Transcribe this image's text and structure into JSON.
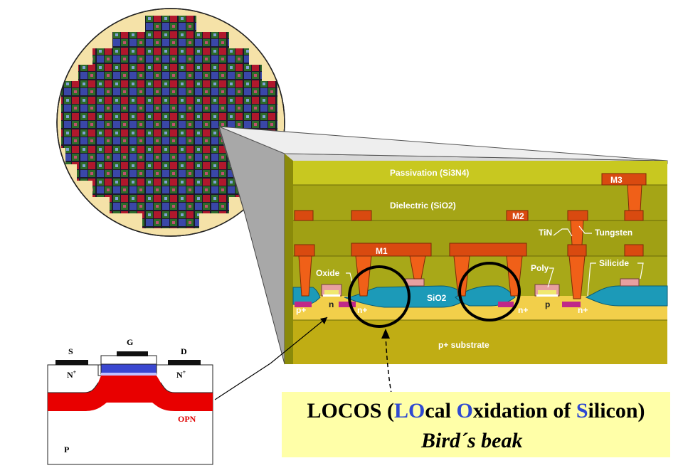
{
  "cross_section": {
    "labels": {
      "passivation": "Passivation (Si3N4)",
      "dielectric": "Dielectric (SiO2)",
      "m1": "M1",
      "m2": "M2",
      "m3": "M3",
      "tin": "TiN",
      "tungsten": "Tungsten",
      "oxide": "Oxide",
      "poly": "Poly",
      "silicide": "Silicide",
      "sio2": "SiO2",
      "substrate": "p+ substrate",
      "p_plus": "p+",
      "n": "n",
      "n_plus_1": "n+",
      "n_plus_2": "n+",
      "n_plus_3": "n+",
      "p": "p"
    }
  },
  "mos": {
    "s": "S",
    "g": "G",
    "d": "D",
    "n_plus_left": "N",
    "n_plus_right": "N",
    "sup": "+",
    "opn": "OPN",
    "p": "P"
  },
  "caption": {
    "title_pre": "LOCOS (",
    "lo": "LO",
    "cal": "cal ",
    "o": "O",
    "xidation": "xidation of ",
    "s": "S",
    "ilicon": "ilicon)",
    "subtitle": "Bird´s beak"
  },
  "colors": {
    "wafer_bg": "#f5e2a8",
    "die_green": "#2e6b2a",
    "die_red": "#b0182c",
    "die_blue": "#3a47a8",
    "layer_olive": "#b8b81a",
    "layer_dark": "#9a9a10",
    "metal": "#d94a10",
    "sio2_teal": "#1c9ab8",
    "substrate": "#c9b416",
    "caption_bg": "#ffffa8",
    "accent_blue": "#2f49d1",
    "opn_red": "#e00000"
  }
}
